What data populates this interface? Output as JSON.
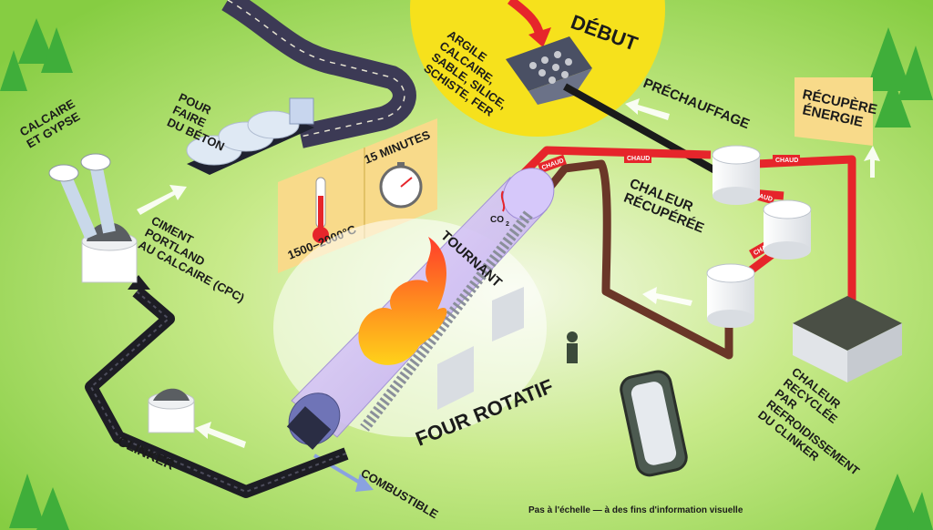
{
  "labels": {
    "start": "DÉBUT",
    "raw_materials": [
      "ARGILE",
      "CALCAIRE,",
      "SABLE, SILICE,",
      "SCHISTE, FER"
    ],
    "preheating": "PRÉCHAUFFAGE",
    "recover_energy": [
      "RÉCUPÈRE",
      "ÉNERGIE"
    ],
    "heat_recovered": [
      "CHALEUR",
      "RÉCUPÉRÉE"
    ],
    "rotating": "TOURNANT",
    "rotary_kiln": "FOUR ROTATIF",
    "temperature": "1500–2000°C",
    "duration": "15 MINUTES",
    "concrete": [
      "POUR",
      "FAIRE",
      "DU BÉTON"
    ],
    "limestone_gypsum": [
      "CALCAIRE",
      "ET GYPSE"
    ],
    "cement": [
      "CIMENT",
      "PORTLAND",
      "AU CALCAIRE (CPC)"
    ],
    "clinker": "CLINKER",
    "fuel": "COMBUSTIBLE",
    "recycled_heat": [
      "CHALEUR",
      "RECYCLÉE",
      "PAR",
      "REFROIDISSEMENT",
      "DU CLINKER"
    ],
    "hot_tag": "CHAUD",
    "co2": "CO",
    "co2_sub": "2",
    "disclaimer": "Pas à l'échelle — à des fins d'information visuelle"
  },
  "colors": {
    "grass": "#8dd24a",
    "start_circle": "#f6e11c",
    "hot_pipe": "#e6252b",
    "return_pipe": "#6a3628",
    "info_panel": "#f8da8a",
    "kiln": "#c9b6f0",
    "flame": "#f36b1c"
  }
}
